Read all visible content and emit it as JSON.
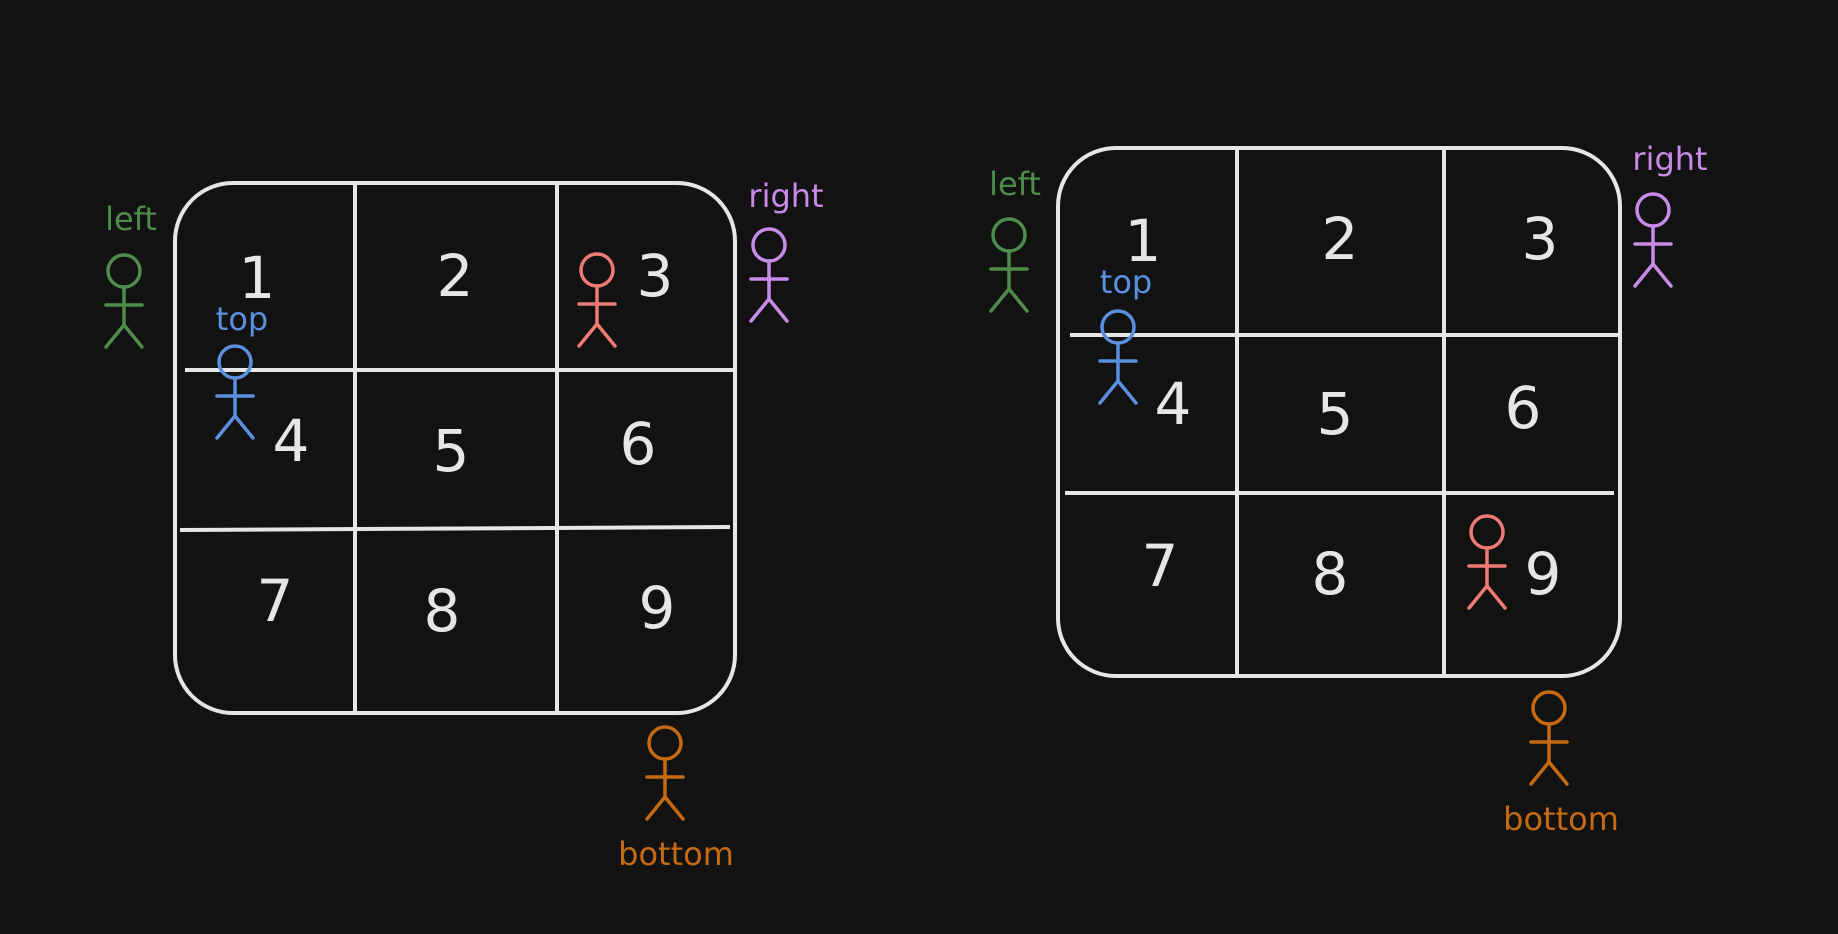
{
  "colors": {
    "background": "#121212",
    "grid": "#e6e6e6",
    "left": "#4e8c4a",
    "top": "#5b8fe0",
    "right": "#c98be8",
    "bottom": "#c56a12",
    "pointer": "#f07a74"
  },
  "diagrams": [
    {
      "cells": [
        "1",
        "2",
        "3",
        "4",
        "5",
        "6",
        "7",
        "8",
        "9"
      ],
      "labels": {
        "left": "left",
        "top": "top",
        "right": "right",
        "bottom": "bottom"
      }
    },
    {
      "cells": [
        "1",
        "2",
        "3",
        "4",
        "5",
        "6",
        "7",
        "8",
        "9"
      ],
      "labels": {
        "left": "left",
        "top": "top",
        "right": "right",
        "bottom": "bottom"
      }
    }
  ]
}
